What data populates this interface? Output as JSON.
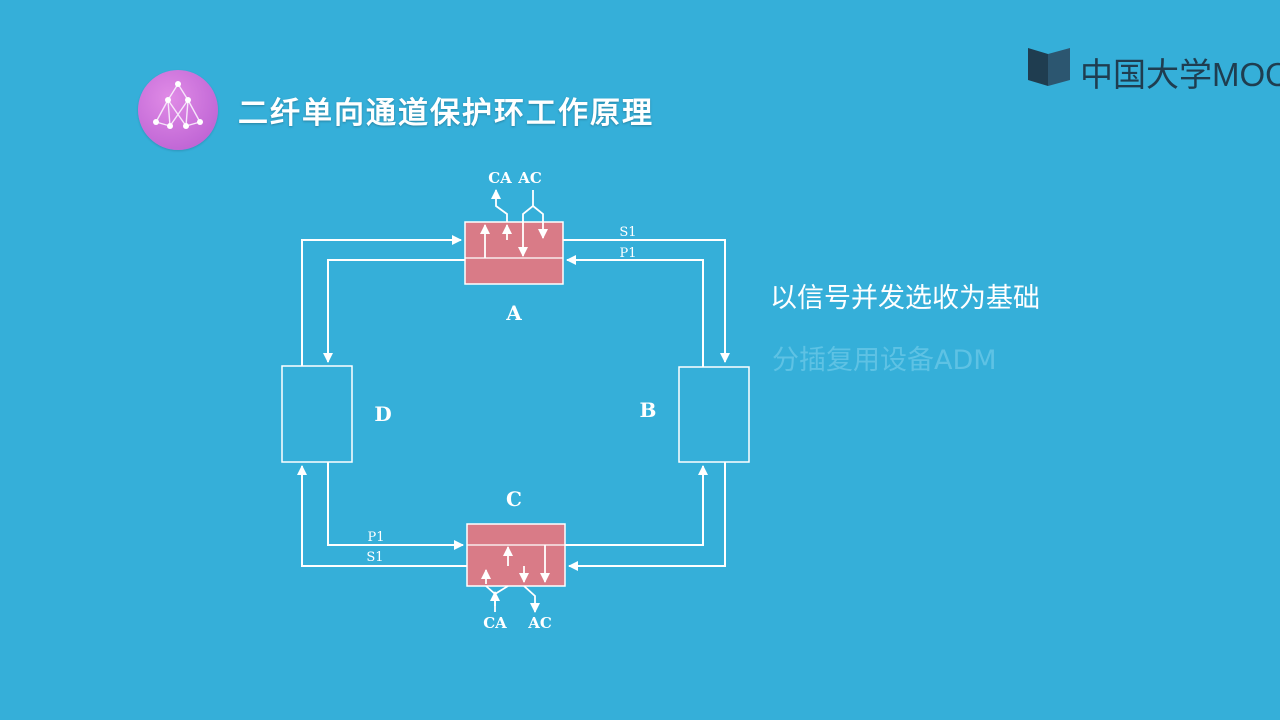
{
  "header": {
    "title": "二纤单向通道保护环工作原理",
    "brand": "中国大学MOOC"
  },
  "bullets": [
    "以信号并发选收为基础",
    "分插复用设备ADM"
  ],
  "diagram": {
    "nodes": {
      "A": "A",
      "B": "B",
      "C": "C",
      "D": "D"
    },
    "fiber_labels": {
      "top_s": "S1",
      "top_p": "P1",
      "bottom_p": "P1",
      "bottom_s": "S1"
    },
    "tributary_labels": {
      "top_ca": "CA",
      "top_ac": "AC",
      "bottom_ca": "CA",
      "bottom_ac": "AC"
    }
  },
  "colors": {
    "background": "#35afd9",
    "node_fill": "#d97b87",
    "line": "#ffffff",
    "logo": "#c86ad8"
  }
}
